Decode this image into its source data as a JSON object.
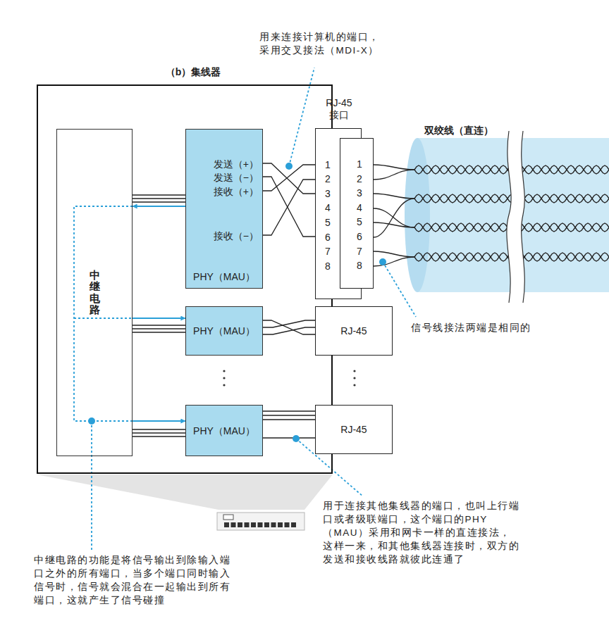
{
  "diagram": {
    "nodes": [
      {
        "text": [
          "（b）集线器"
        ]
      },
      {
        "text": [
          "中继电路"
        ],
        "in": 0
      },
      {
        "text": [
          "发送（+）",
          "发送（−）",
          "接收（+）",
          "接收（−）",
          "PHY（MAU）"
        ],
        "in": 0
      },
      {
        "text": [
          "PHY（MAU）"
        ],
        "in": 0
      },
      {
        "text": [
          "PHY（MAU）"
        ],
        "in": 0
      },
      {
        "text": [
          "RJ-45 接口",
          "1",
          "2",
          "3",
          "4",
          "5",
          "6",
          "7",
          "8"
        ]
      },
      {
        "text": [
          "1",
          "2",
          "3",
          "4",
          "5",
          "6",
          "7",
          "8"
        ],
        "in": 5
      },
      {
        "text": [
          "RJ-45"
        ]
      },
      {
        "text": [
          "RJ-45"
        ]
      }
    ],
    "edges": [
      {
        "from": 2,
        "to": 1,
        "arrow": "to"
      },
      {
        "from": 1,
        "to": 3,
        "arrow": "to"
      },
      {
        "from": 1,
        "to": 4,
        "arrow": "to"
      },
      {
        "from": 1,
        "to": 2,
        "arrow": "none"
      },
      {
        "from": 1,
        "to": 3,
        "arrow": "none"
      },
      {
        "from": 1,
        "to": 4,
        "arrow": "none"
      },
      {
        "from": 2,
        "to": 5,
        "arrow": "none"
      },
      {
        "from": 3,
        "to": 7,
        "arrow": "none"
      },
      {
        "from": 4,
        "to": 8,
        "arrow": "none"
      }
    ],
    "labels": [
      "双绞线（直连）",
      "用来连接计算机的端口，采用交叉接法（MDI-X）",
      "信号线接法两端是相同的",
      "中继电路的功能是将信号输出到除输入端口之外的所有端口，当多个端口同时输入信号时，信号就会混合在一起输出到所有端口，这就产生了信号碰撞",
      "用于连接其他集线器的端口，也叫上行端口或者级联端口，这个端口的PHY（MAU）采用和网卡一样的直连接法，这样一来，和其他集线器连接时，双方的发送和接收线路就彼此连通了"
    ]
  }
}
